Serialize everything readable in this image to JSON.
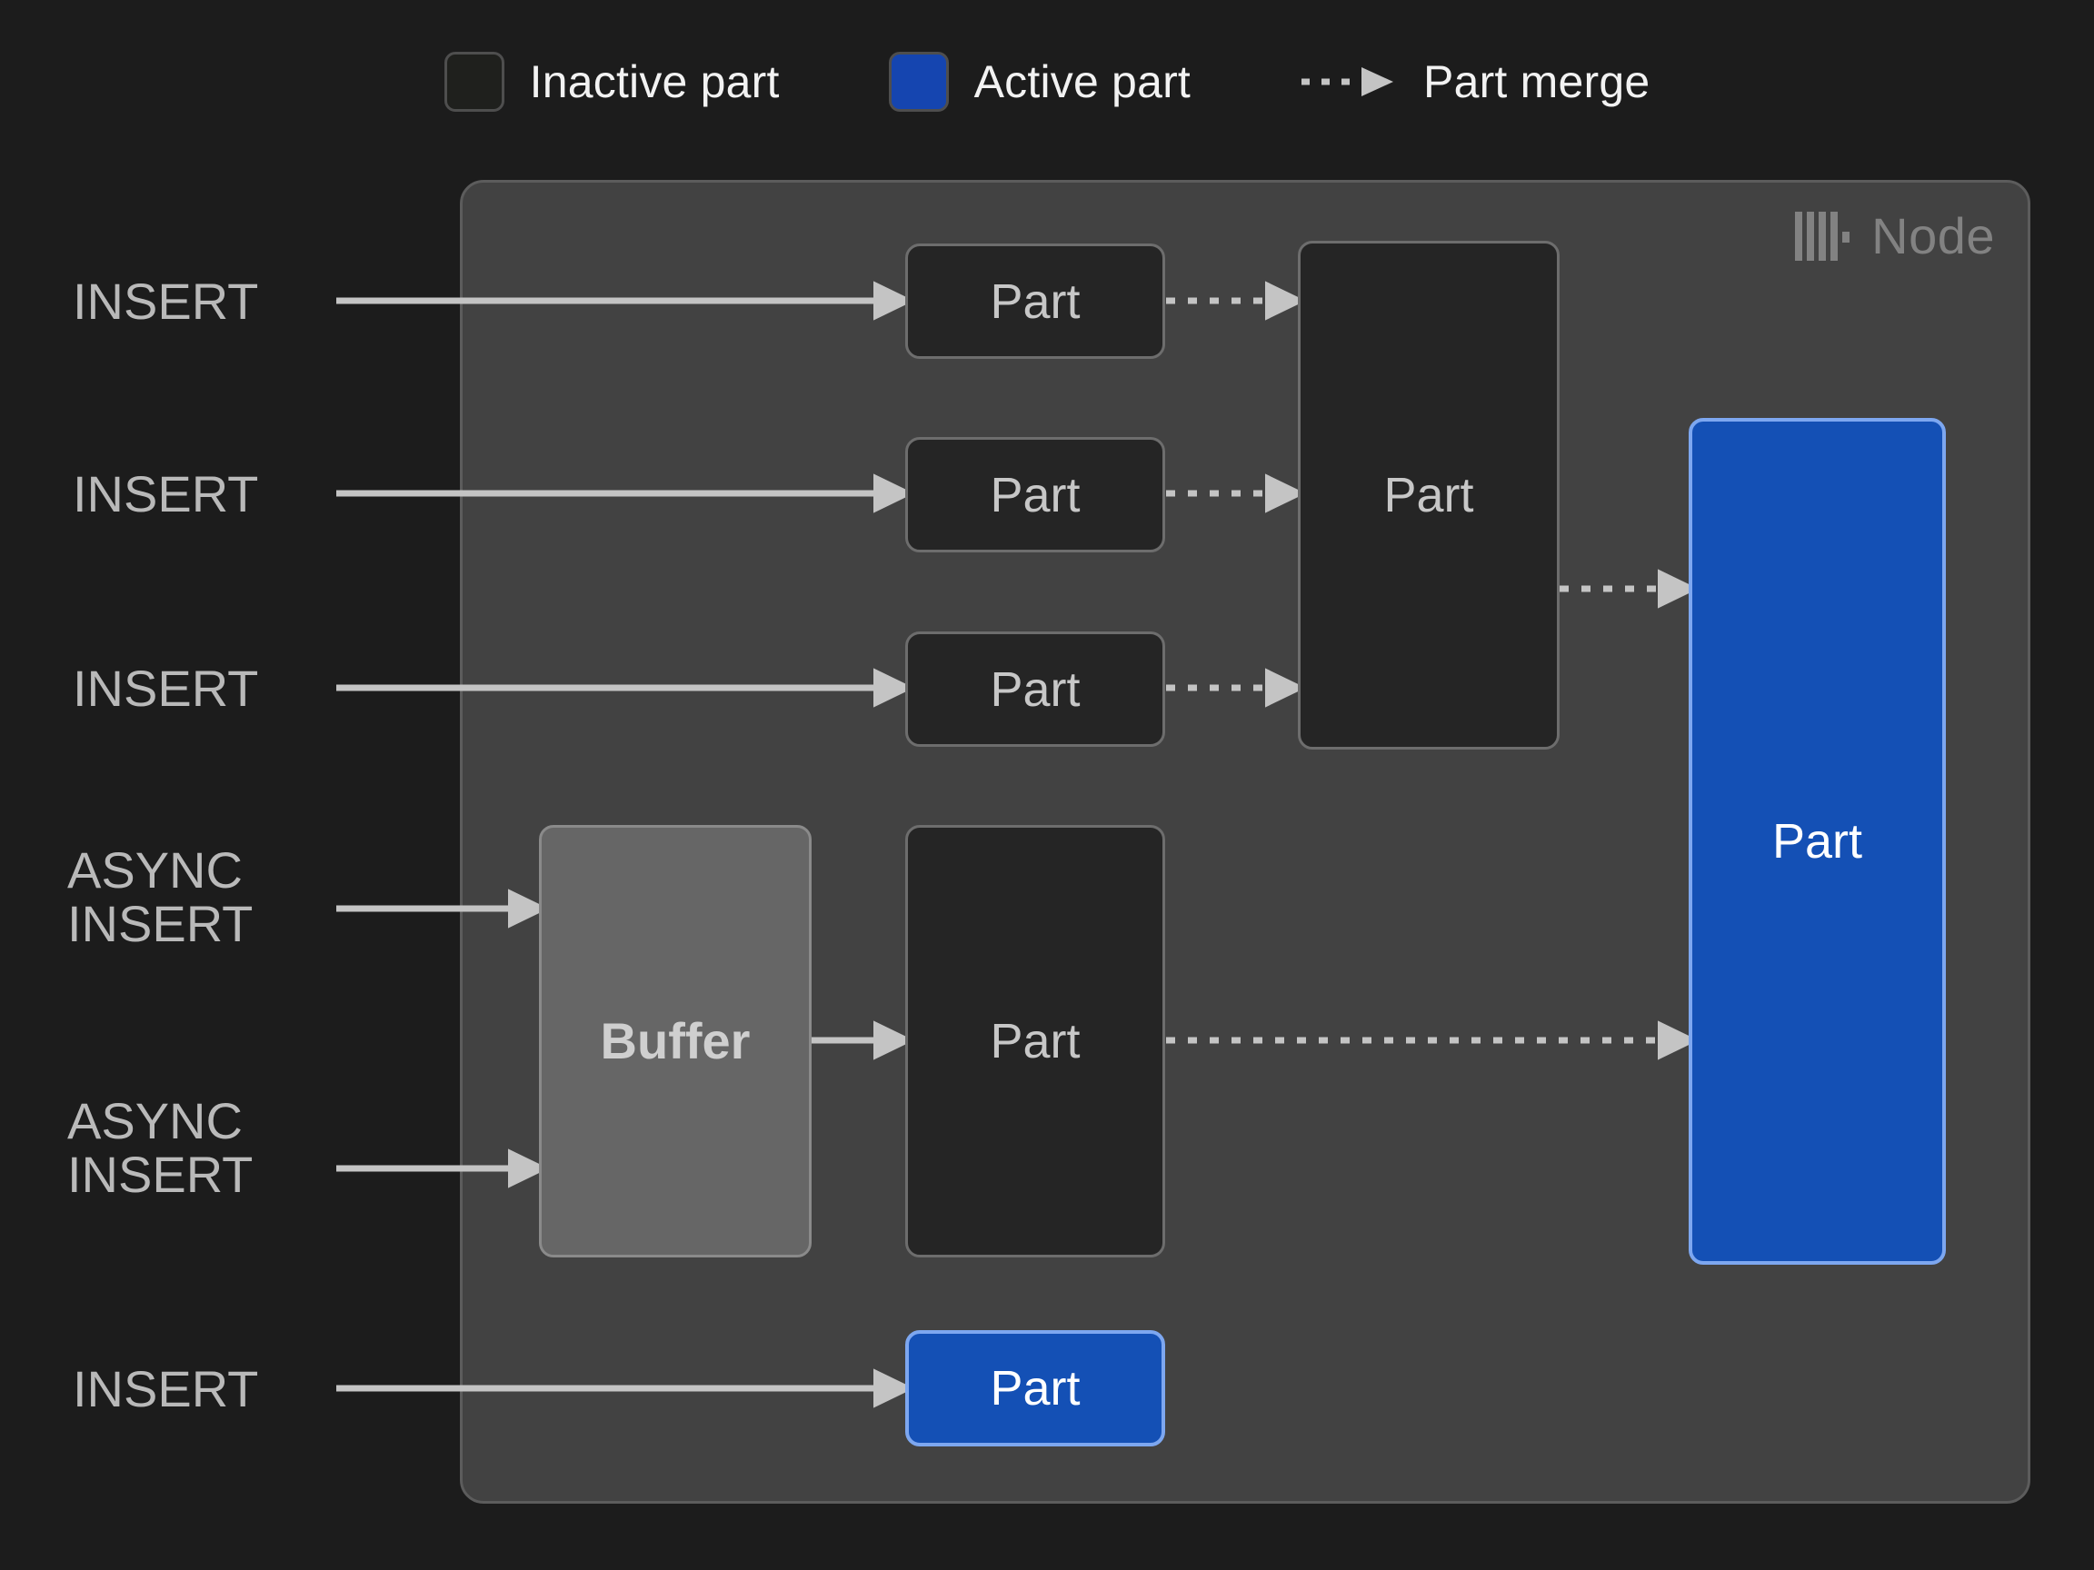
{
  "legend": {
    "items": [
      {
        "id": "inactive",
        "label": "Inactive part",
        "icon": "inactive-part-swatch",
        "color": "#1f201d"
      },
      {
        "id": "active",
        "label": "Active part",
        "icon": "active-part-swatch",
        "color": "#1545b0"
      },
      {
        "id": "merge",
        "label": "Part merge",
        "icon": "dashed-arrow-icon",
        "color": "#c4c4c4"
      }
    ]
  },
  "node": {
    "title": "Node",
    "logo": "clickhouse-logo-icon",
    "fill": "#424242",
    "border": "#5c5c5c"
  },
  "sources": [
    {
      "id": "insert-1",
      "label": "INSERT"
    },
    {
      "id": "insert-2",
      "label": "INSERT"
    },
    {
      "id": "insert-3",
      "label": "INSERT"
    },
    {
      "id": "async-insert-1",
      "label": "ASYNC\nINSERT"
    },
    {
      "id": "async-insert-2",
      "label": "ASYNC\nINSERT"
    },
    {
      "id": "insert-4",
      "label": "INSERT"
    }
  ],
  "boxes": {
    "part_row_1": {
      "label": "Part",
      "state": "inactive"
    },
    "part_row_2": {
      "label": "Part",
      "state": "inactive"
    },
    "part_row_3": {
      "label": "Part",
      "state": "inactive"
    },
    "part_merged_1": {
      "label": "Part",
      "state": "inactive"
    },
    "buffer": {
      "label": "Buffer",
      "state": "buffer"
    },
    "part_buffer_out": {
      "label": "Part",
      "state": "inactive"
    },
    "part_final": {
      "label": "Part",
      "state": "active"
    },
    "part_direct_insert": {
      "label": "Part",
      "state": "active"
    }
  },
  "colors": {
    "background": "#1c1c1c",
    "node_fill": "#424242",
    "box_inactive_fill": "#252525",
    "box_inactive_border": "#6d6d6d",
    "buffer_fill": "#666666",
    "active_fill": "#1450b5",
    "active_border": "#7da7f0",
    "arrow": "#c4c4c4",
    "text_primary": "#f2f2f2",
    "text_muted": "#b9b9b9",
    "node_title": "#828282"
  }
}
